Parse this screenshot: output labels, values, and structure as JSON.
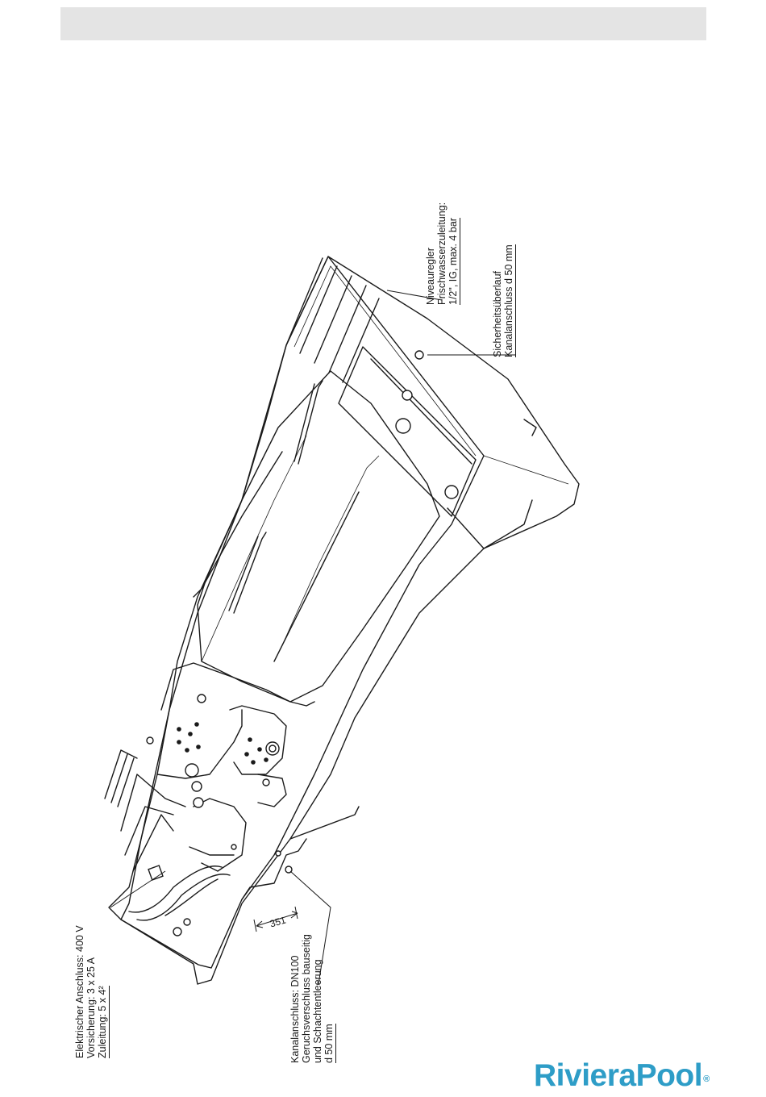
{
  "labels": {
    "electrical": {
      "line1": "Elektrischer Anschluss: 400 V",
      "line2": "Vorsicherung: 3 x 25 A",
      "line3": "Zuleitung: 5 x 4²"
    },
    "drain": {
      "line1": "Kanalanschluss: DN100",
      "line2": "Geruchsverschluss bauseitig",
      "line3": "und Schachtentleerung",
      "line4": "d 50 mm"
    },
    "level_regulator": {
      "line1": "Niveauregler",
      "line2": "Frischwasserzuleitung:",
      "line3": "1/2\", IG, max. 4 bar"
    },
    "overflow": {
      "line1": "Sicherheitsüberlauf",
      "line2": "Kanalanschluss d 50 mm"
    }
  },
  "dimension": {
    "value": "351"
  },
  "logo": {
    "name": "RivieraPool",
    "reg_mark": "®"
  },
  "colors": {
    "brand": "#2e9dc7",
    "header_bar": "#e4e4e4"
  }
}
